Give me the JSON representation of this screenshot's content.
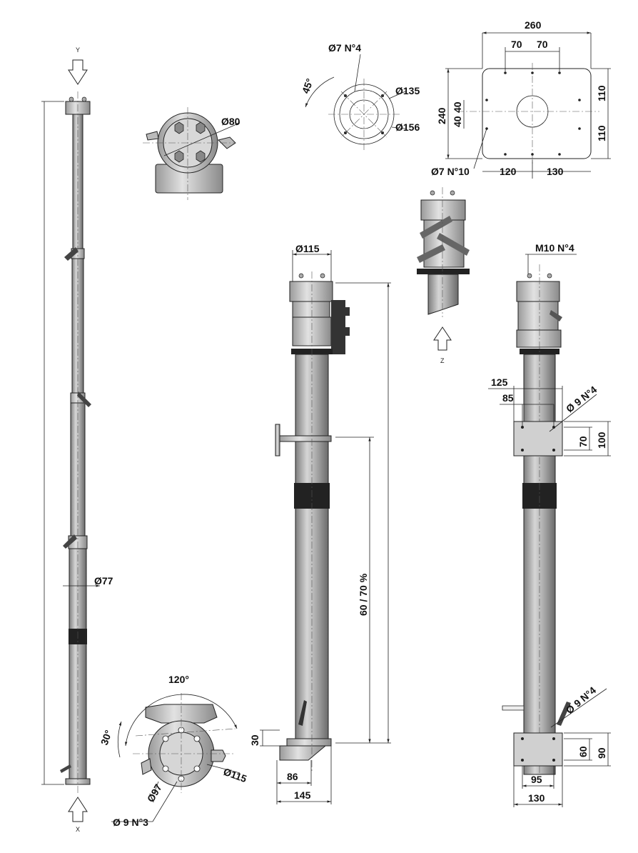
{
  "views": {
    "mast_side": {
      "diameter": "Ø77",
      "arrow_top": "Y",
      "arrow_bottom": "X"
    },
    "top_small": {
      "diameter": "Ø80"
    },
    "flange": {
      "holes": "Ø7 N°4",
      "angle": "45°",
      "d1": "Ø135",
      "d2": "Ø156"
    },
    "plate": {
      "width": "260",
      "top_a": "70",
      "top_b": "70",
      "height": "240",
      "left_a": "40",
      "left_b": "40",
      "right_a": "110",
      "right_b": "110",
      "holes": "Ø7 N°10",
      "bot_a": "120",
      "bot_b": "130"
    },
    "detail_z": {
      "arrow": "Z"
    },
    "middle_view": {
      "diameter": "Ø115",
      "stroke": "60 / 70 %",
      "d30": "30",
      "d86": "86",
      "d145": "145"
    },
    "right_view": {
      "bolts": "M10 N°4",
      "d125": "125",
      "d85": "85",
      "holes_mid": "Ø 9 N°4",
      "d70": "70",
      "d100": "100",
      "holes_bot": "Ø 9 N°4",
      "d60": "60",
      "d90": "90",
      "d95": "95",
      "d130": "130"
    },
    "bottom_view": {
      "angle120": "120°",
      "angle30": "30°",
      "d115": "Ø115",
      "d97": "Ø97",
      "holes": "Ø 9 N°3"
    }
  }
}
